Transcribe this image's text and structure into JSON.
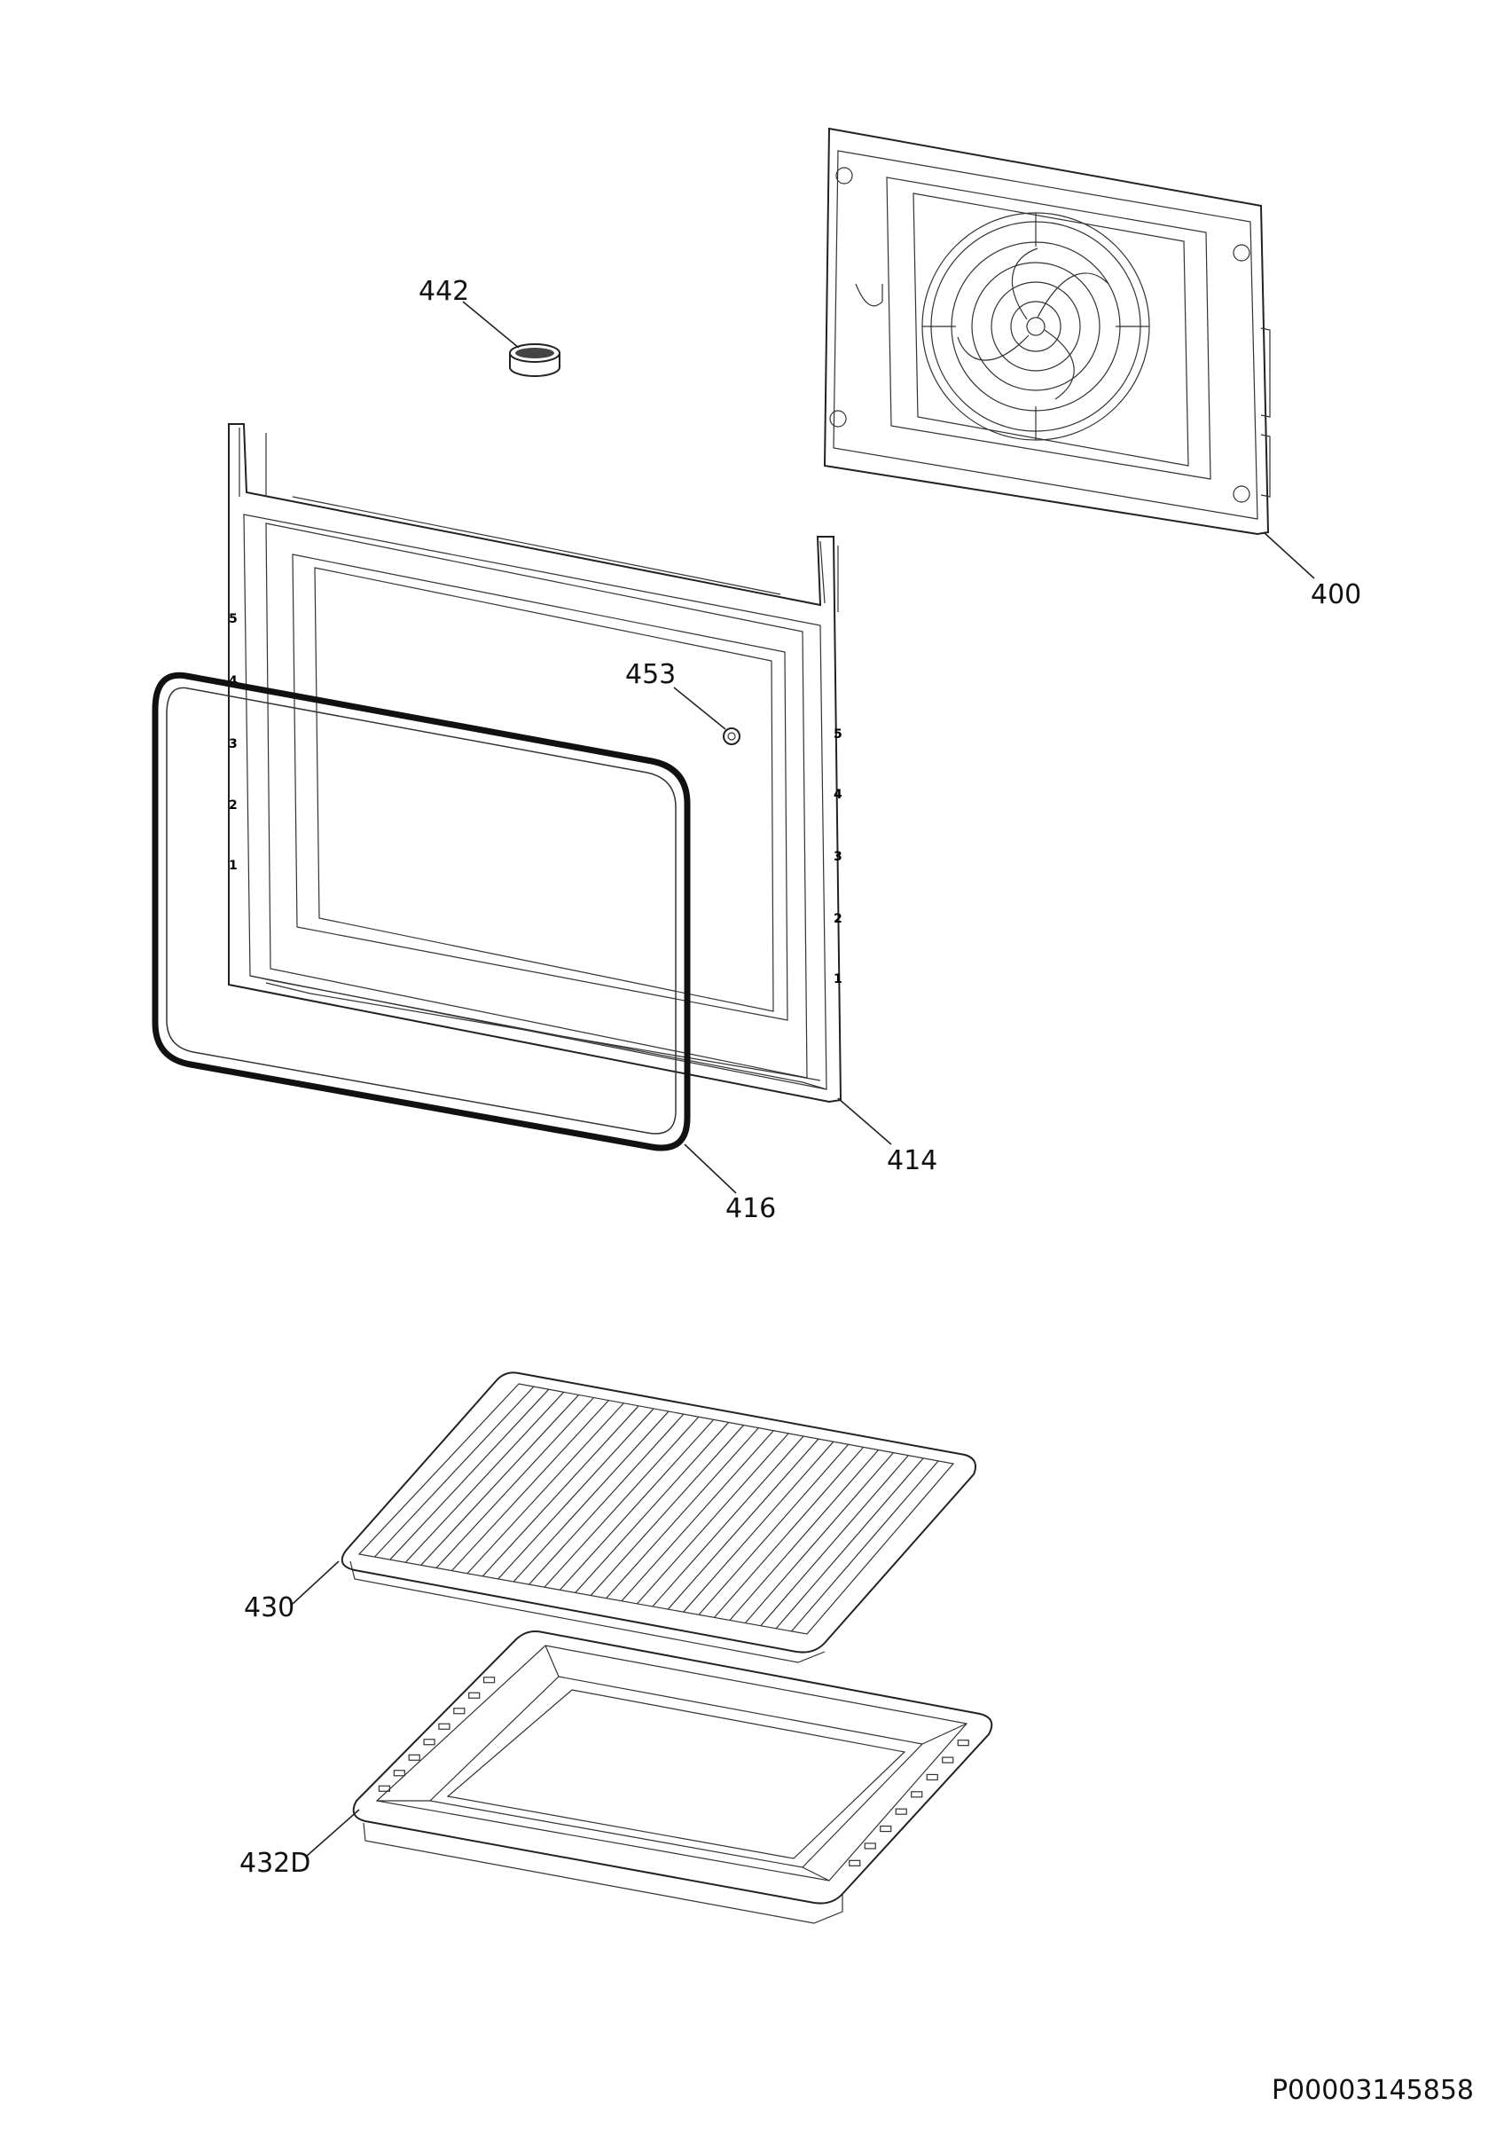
{
  "parts": [
    {
      "id": "p400",
      "label": "400",
      "name": "back-panel-fan-cover"
    },
    {
      "id": "p442",
      "label": "442",
      "name": "cap-knob"
    },
    {
      "id": "p453",
      "label": "453",
      "name": "screw"
    },
    {
      "id": "p414",
      "label": "414",
      "name": "oven-cavity-frame"
    },
    {
      "id": "p416",
      "label": "416",
      "name": "door-seal-gasket"
    },
    {
      "id": "p430",
      "label": "430",
      "name": "wire-shelf"
    },
    {
      "id": "p432D",
      "label": "432D",
      "name": "baking-tray"
    }
  ],
  "reference_code": "P00003145858",
  "side_markers": [
    "5",
    "4",
    "3",
    "2",
    "1"
  ]
}
